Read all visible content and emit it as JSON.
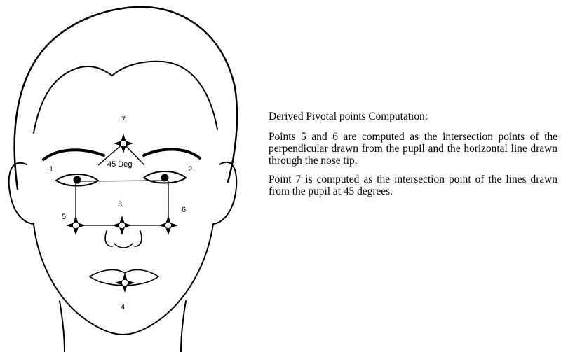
{
  "diagram": {
    "point_labels": [
      "1",
      "2",
      "3",
      "4",
      "5",
      "6",
      "7"
    ],
    "angle_label": "45 Deg"
  },
  "text_panel": {
    "heading": "Derived Pivotal points Computation:",
    "paragraphs": [
      "Points 5 and 6 are computed as the intersection points of the perpendicular drawn from the pupil and the horizontal line drawn through the nose tip.",
      "Point 7 is computed as the intersection point of the lines drawn from the pupil at 45 degrees."
    ]
  }
}
